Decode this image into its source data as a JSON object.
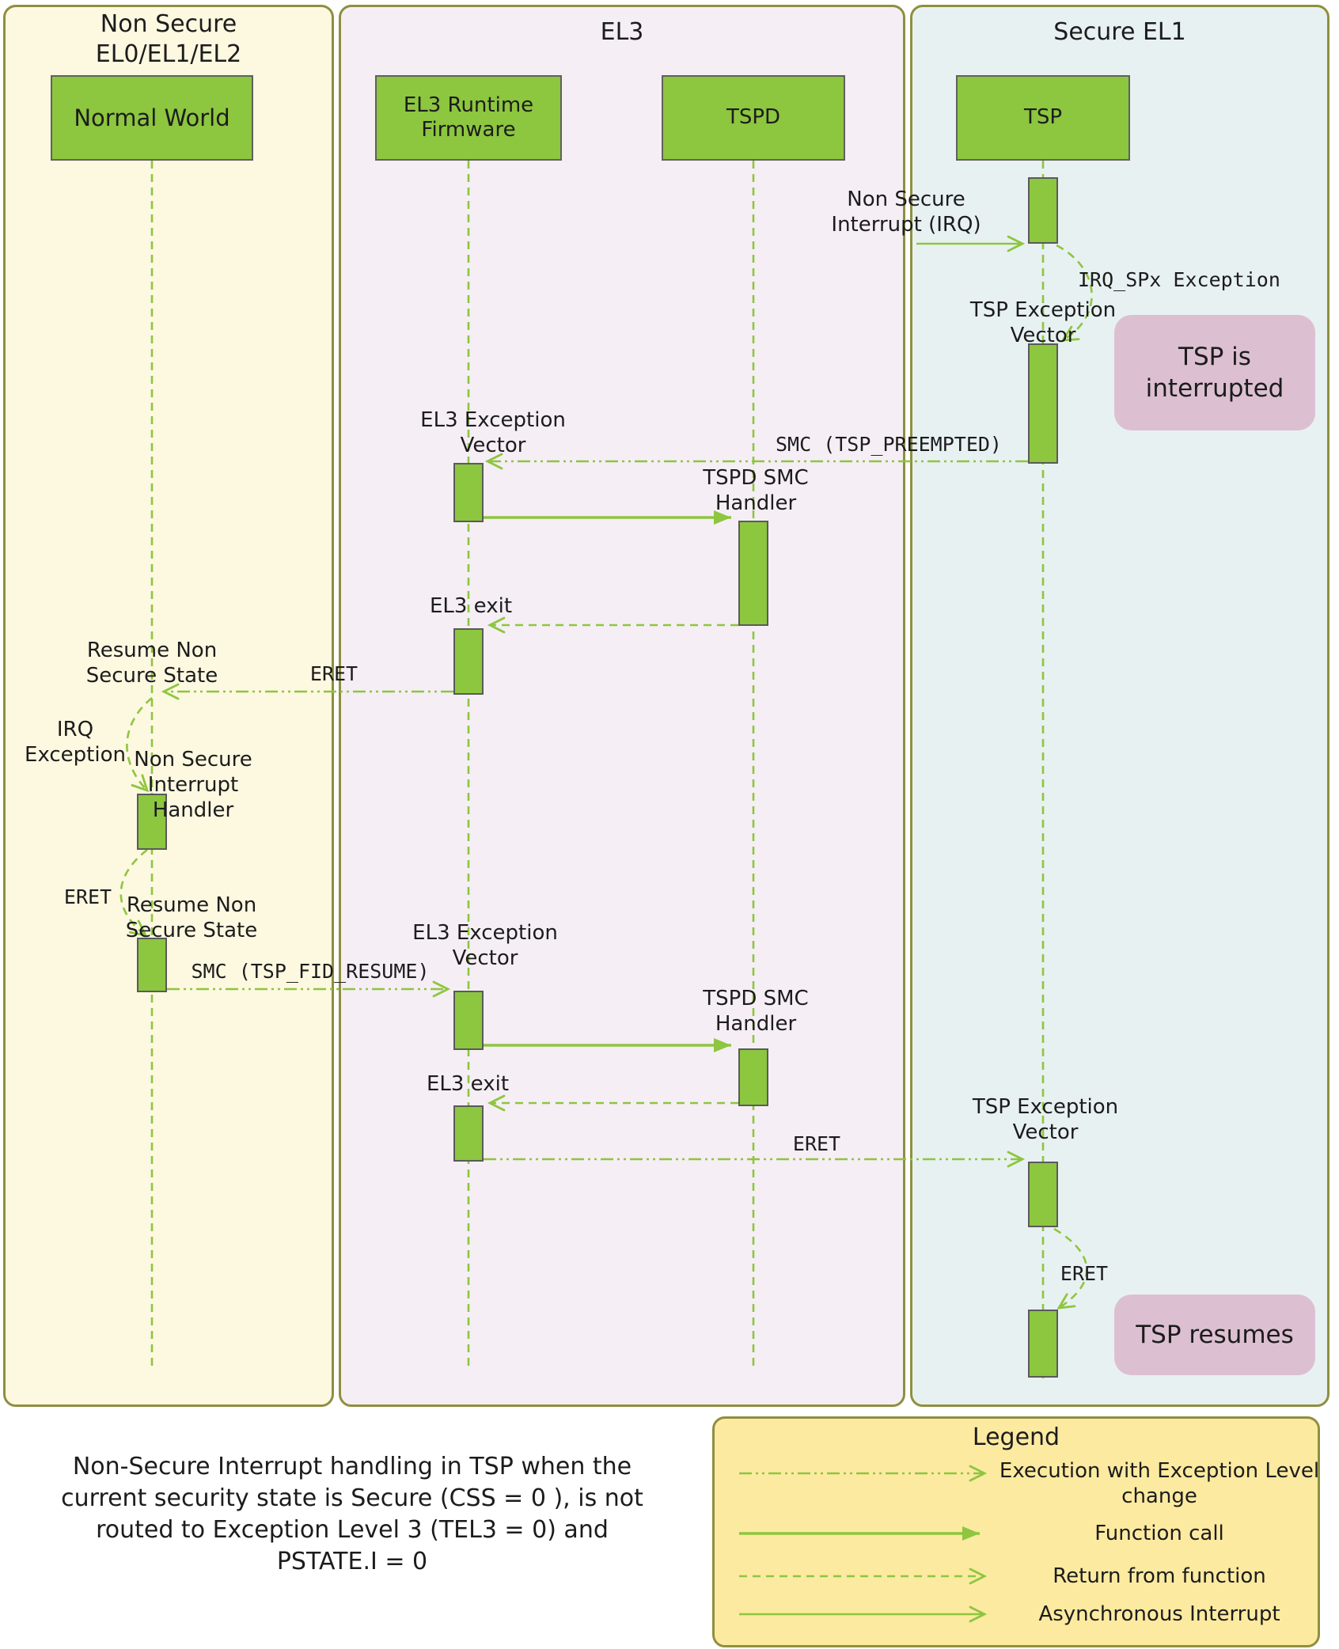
{
  "lanes": {
    "non_secure": {
      "title": "Non Secure\nEL0/EL1/EL2",
      "bg": "#fdf8e0"
    },
    "el3": {
      "title": "EL3",
      "bg": "#f6eef5"
    },
    "secure_el1": {
      "title": "Secure EL1",
      "bg": "#e8f1f1"
    }
  },
  "actors": {
    "normal_world": {
      "label": "Normal World"
    },
    "el3_runtime_firmware": {
      "label": "EL3 Runtime\nFirmware"
    },
    "tspd": {
      "label": "TSPD"
    },
    "tsp": {
      "label": "TSP"
    }
  },
  "messages": {
    "non_secure_interrupt": "Non Secure\nInterrupt (IRQ)",
    "irq_spx_exception": "IRQ_SPx Exception",
    "tsp_exception_vector_1": "TSP Exception\nVector",
    "smc_tsp_preempted": "SMC (TSP_PREEMPTED)",
    "el3_exception_vector_1": "EL3 Exception\nVector",
    "tspd_smc_handler_1": "TSPD SMC\nHandler",
    "el3_exit_1": "EL3 exit",
    "eret_1": "ERET",
    "resume_non_secure_state_1": "Resume Non\nSecure State",
    "irq_exception": "IRQ Exception",
    "non_secure_interrupt_handler": "Non Secure\nInterrupt Handler",
    "eret_2": "ERET",
    "resume_non_secure_state_2": "Resume Non\nSecure State",
    "smc_tsp_fid_resume": "SMC (TSP_FID_RESUME)",
    "el3_exception_vector_2": "EL3 Exception\nVector",
    "tspd_smc_handler_2": "TSPD SMC\nHandler",
    "el3_exit_2": "EL3 exit",
    "eret_3": "ERET",
    "tsp_exception_vector_2": "TSP Exception\nVector",
    "eret_4": "ERET"
  },
  "notes": {
    "tsp_is_interrupted": "TSP is\ninterrupted",
    "tsp_resumes": "TSP resumes"
  },
  "caption": "Non-Secure Interrupt handling in TSP when the\ncurrent security state is Secure (CSS = 0 ), is not\nrouted to Exception Level 3 (TEL3 = 0) and\nPSTATE.I = 0",
  "legend": {
    "title": "Legend",
    "items": [
      {
        "style": "dash-dot-arrow",
        "label": "Execution with Exception Level\nchange"
      },
      {
        "style": "solid-filled-arrow",
        "label": "Function call"
      },
      {
        "style": "dashed-arrow",
        "label": "Return from function"
      },
      {
        "style": "solid-line-arrow",
        "label": "Asynchronous Interrupt"
      }
    ]
  },
  "colors": {
    "green": "#8dc63f",
    "olive_border": "#8f8f3f",
    "note_pink": "#dcc0d2",
    "legend_bg": "#fceaa0",
    "lane_non_secure_bg": "#fdf8e0",
    "lane_el3_bg": "#f6eef5",
    "lane_secure_el1_bg": "#e8f1f1",
    "text": "#1c1c1c"
  }
}
